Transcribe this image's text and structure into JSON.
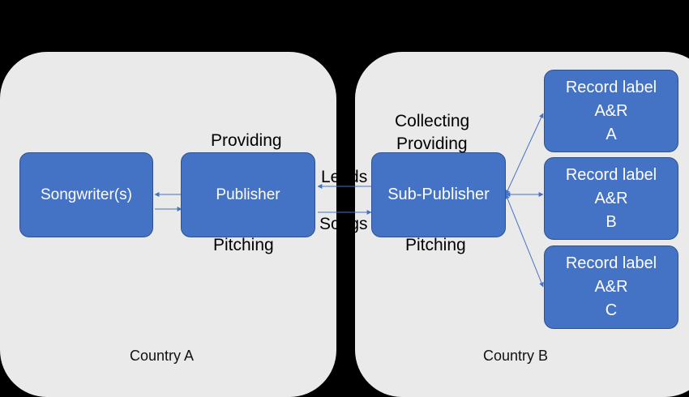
{
  "countries": {
    "a": {
      "label": "Country A"
    },
    "b": {
      "label": "Country B"
    }
  },
  "nodes": {
    "songwriters": "Songwriter(s)",
    "publisher": "Publisher",
    "sub_publisher": "Sub-Publisher",
    "record_labels": [
      {
        "line1": "Record label",
        "line2": "A&R",
        "line3": "A"
      },
      {
        "line1": "Record label",
        "line2": "A&R",
        "line3": "B"
      },
      {
        "line1": "Record label",
        "line2": "A&R",
        "line3": "C"
      }
    ]
  },
  "annotations": {
    "publisher_top": "Providing",
    "publisher_bottom": "Pitching",
    "sub_top_1": "Collecting",
    "sub_top_2": "Providing",
    "sub_bottom": "Pitching",
    "leads": "Leads",
    "songs": "Songs"
  },
  "colors": {
    "node_fill": "#4472c4",
    "panel_fill": "#ebeaea",
    "background": "#000000"
  }
}
